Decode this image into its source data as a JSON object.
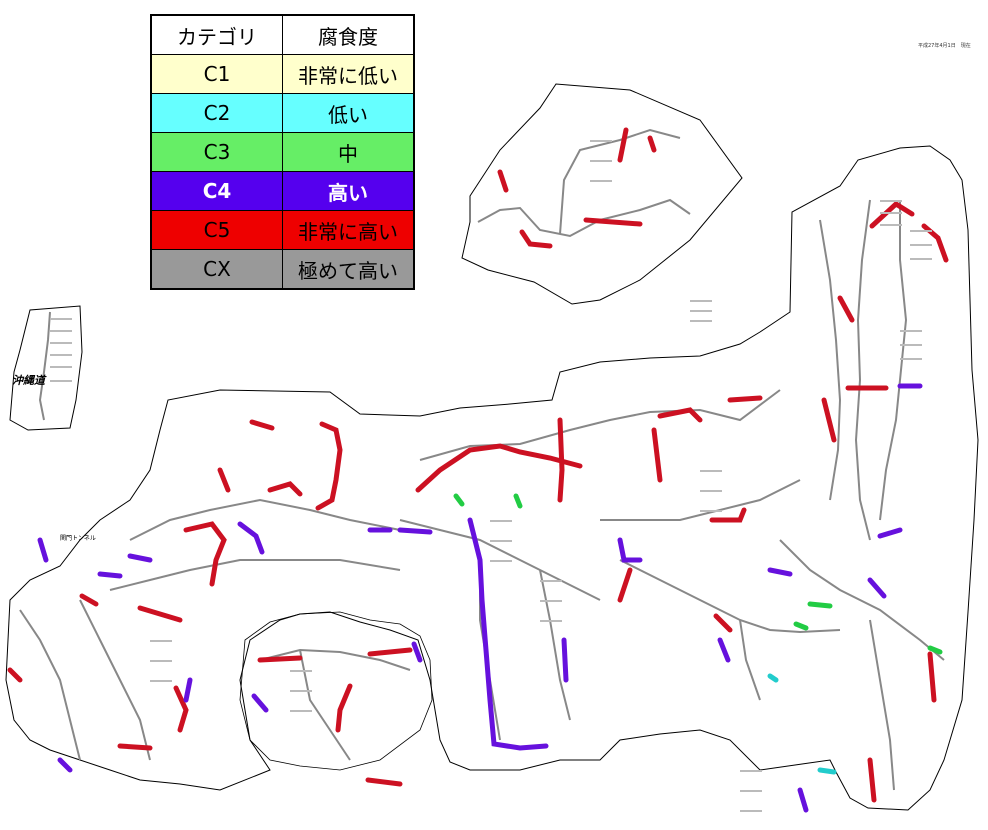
{
  "legend": {
    "header": {
      "category": "カテゴリ",
      "corrosion": "腐食度"
    },
    "rows": [
      {
        "code": "C1",
        "level": "非常に低い",
        "color": "#FFFFCC",
        "text_color": "#000000",
        "bold": false
      },
      {
        "code": "C2",
        "level": "低い",
        "color": "#66FFFF",
        "text_color": "#000000",
        "bold": false
      },
      {
        "code": "C3",
        "level": "中",
        "color": "#66EE66",
        "text_color": "#000000",
        "bold": false
      },
      {
        "code": "C4",
        "level": "高い",
        "color": "#5500EE",
        "text_color": "#FFFFFF",
        "bold": true
      },
      {
        "code": "C5",
        "level": "非常に高い",
        "color": "#EE0000",
        "text_color": "#000000",
        "bold": false
      },
      {
        "code": "CX",
        "level": "極めて高い",
        "color": "#999999",
        "text_color": "#000000",
        "bold": false
      }
    ]
  },
  "date_note": "平成27年4月1日　現在",
  "regions": {
    "okinawa": "沖縄道",
    "kanmon": "関門トンネル"
  },
  "colors": {
    "base_road": "#888888",
    "outline": "#000000",
    "c5": "#CC1122",
    "c4": "#6611DD",
    "c3": "#22CC44",
    "c2": "#22CCCC"
  }
}
